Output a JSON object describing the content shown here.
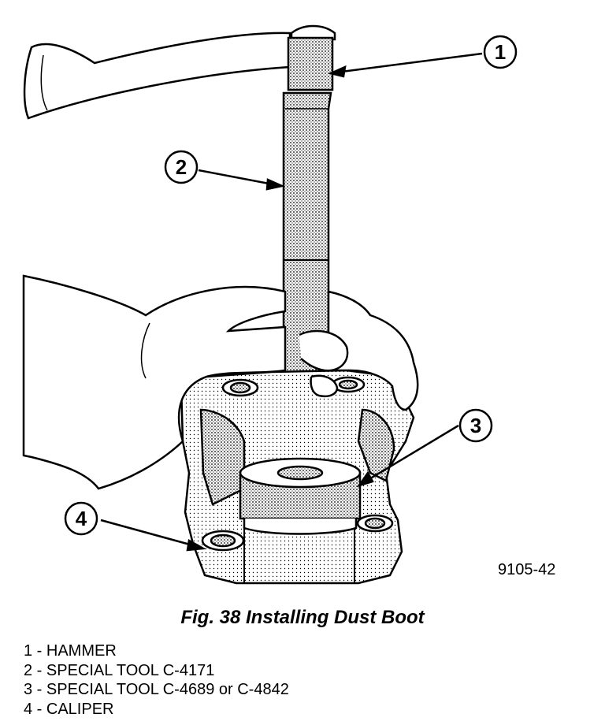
{
  "callouts": [
    {
      "number": "1"
    },
    {
      "number": "2"
    },
    {
      "number": "3"
    },
    {
      "number": "4"
    }
  ],
  "figure_code": "9105-42",
  "caption": "Fig. 38 Installing Dust Boot",
  "legend": [
    "1 - HAMMER",
    "2 - SPECIAL TOOL C-4171",
    "3 - SPECIAL TOOL C-4689 or C-4842",
    "4 - CALIPER"
  ],
  "colors": {
    "ink": "#000000",
    "shade": "#b8b8b8",
    "paper": "#ffffff"
  }
}
